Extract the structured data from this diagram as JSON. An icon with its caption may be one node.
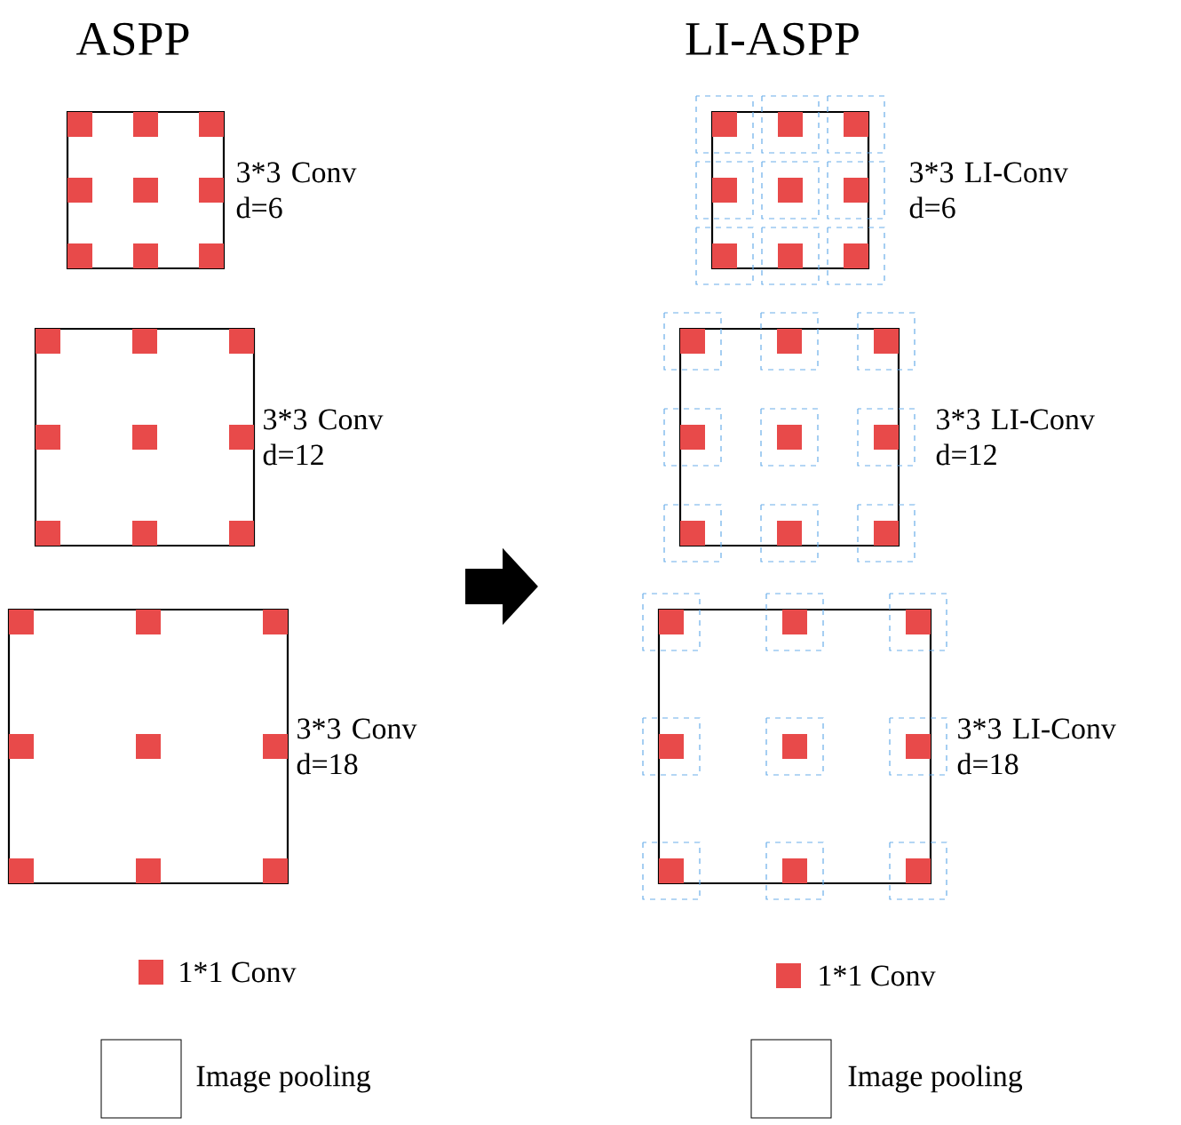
{
  "diagram": {
    "nodes": [
      {
        "text": [],
        "shape": "box",
        "beside": [
          "3*3 Conv d=6"
        ]
      },
      {
        "text": [],
        "shape": "box",
        "beside": [
          "3*3 Conv d=12"
        ]
      },
      {
        "text": [],
        "shape": "box",
        "beside": [
          "3*3 Conv d=18"
        ]
      },
      {
        "text": [],
        "shape": "box",
        "beside": [
          "3*3 LI-Conv d=6"
        ]
      },
      {
        "text": [],
        "shape": "box",
        "beside": [
          "3*3 LI-Conv d=12"
        ]
      },
      {
        "text": [],
        "shape": "box",
        "beside": [
          "3*3 LI-Conv d=18"
        ]
      }
    ],
    "labels": [
      "ASPP",
      "LI-ASPP"
    ],
    "legend": [
      {
        "text": "1*1 Conv",
        "color": "#e84a4a"
      },
      {
        "text": "Image pooling"
      },
      {
        "text": "1*1 Conv",
        "color": "#e84a4a"
      },
      {
        "text": "Image pooling"
      }
    ]
  }
}
